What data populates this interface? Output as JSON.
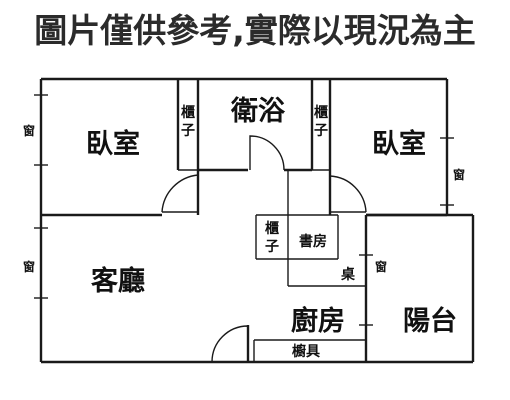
{
  "disclaimer": "圖片僅供參考,實際以現況為主",
  "rooms": {
    "bedroom_left": "臥室",
    "bedroom_right": "臥室",
    "bathroom": "衛浴",
    "living_room": "客廳",
    "kitchen": "廚房",
    "balcony": "陽台",
    "study": "書房"
  },
  "fixtures": {
    "cabinet_left": [
      "櫃",
      "子"
    ],
    "cabinet_right": [
      "櫃",
      "子"
    ],
    "cabinet_study": [
      "櫃",
      "子"
    ],
    "desk": "桌",
    "cupboard": "櫥具"
  },
  "windows": {
    "left_top": "窗",
    "left_bottom": "窗",
    "right_bedroom": "窗",
    "balcony": "窗"
  }
}
